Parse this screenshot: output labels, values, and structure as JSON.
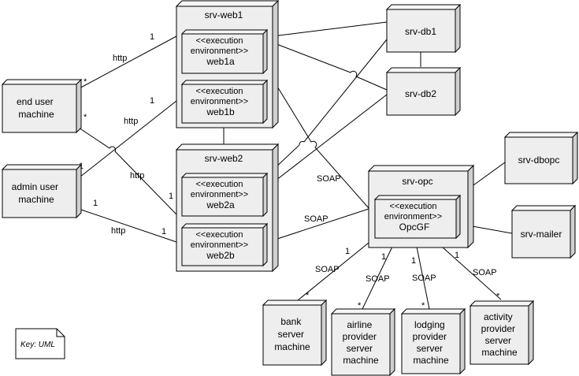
{
  "nodes": {
    "end_user": [
      "end user",
      "machine"
    ],
    "admin_user": [
      "admin user",
      "machine"
    ],
    "srv_web1": "srv-web1",
    "web1a": [
      "<<execution",
      "environment>>",
      "web1a"
    ],
    "web1b": [
      "<<execution",
      "environment>>",
      "web1b"
    ],
    "srv_web2": "srv-web2",
    "web2a": [
      "<<execution",
      "environment>>",
      "web2a"
    ],
    "web2b": [
      "<<execution",
      "environment>>",
      "web2b"
    ],
    "srv_db1": "srv-db1",
    "srv_db2": "srv-db2",
    "srv_opc": "srv-opc",
    "opcgf": [
      "<<execution",
      "environment>>",
      "OpcGF"
    ],
    "srv_dbopc": "srv-dbopc",
    "srv_mailer": "srv-mailer",
    "bank": [
      "bank",
      "server",
      "machine"
    ],
    "airline": [
      "airline",
      "provider",
      "server",
      "machine"
    ],
    "lodging": [
      "lodging",
      "provider",
      "server",
      "machine"
    ],
    "activity": [
      "activity",
      "provider",
      "server",
      "machine"
    ]
  },
  "labels": {
    "http": "http",
    "soap": "SOAP",
    "one": "1",
    "star": "*"
  },
  "key": "Key: UML"
}
